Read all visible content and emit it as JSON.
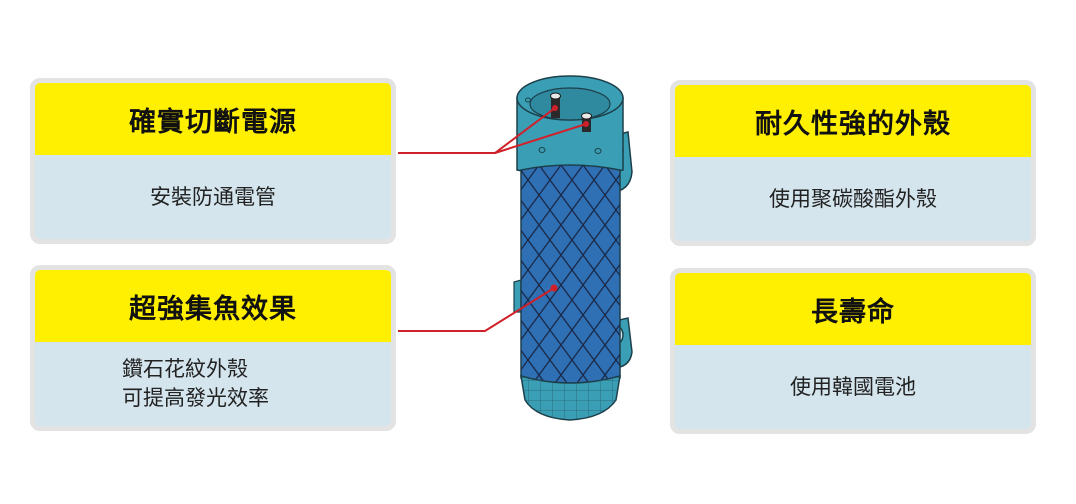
{
  "cards": {
    "top_left": {
      "title": "確實切斷電源",
      "lines": [
        "安裝防通電管"
      ]
    },
    "bottom_left": {
      "title": "超強集魚效果",
      "lines": [
        "鑽石花紋外殼",
        "可提高發光效率"
      ]
    },
    "top_right": {
      "title": "耐久性強的外殼",
      "lines": [
        "使用聚碳酸酯外殼"
      ]
    },
    "bottom_right": {
      "title": "長壽命",
      "lines": [
        "使用韓國電池"
      ]
    }
  },
  "colors": {
    "header_yellow": "#ffef00",
    "body_blue": "#d4e5ee",
    "card_border": "#e3e3e3",
    "pointer_red": "#d0202a",
    "device_teal": "#3a9fb5",
    "device_blue": "#2f6fb3"
  }
}
